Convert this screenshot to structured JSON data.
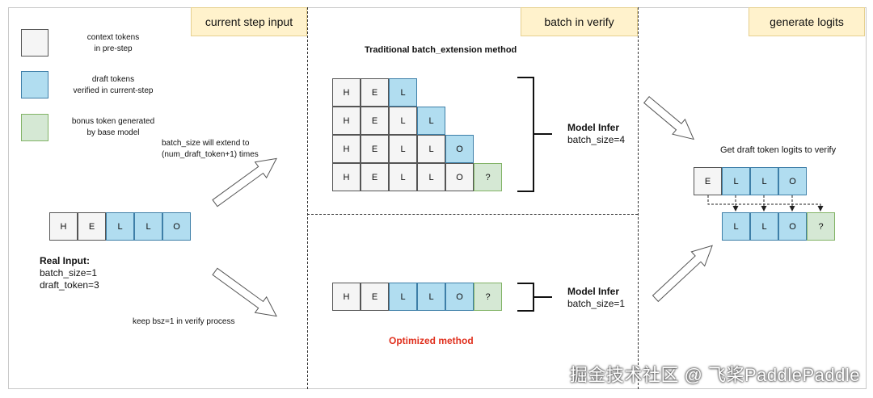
{
  "sections": {
    "input_title": "current step input",
    "verify_title": "batch in verify",
    "logits_title": "generate logits"
  },
  "legend": {
    "context": [
      "context tokens",
      "in pre-step"
    ],
    "draft": [
      "draft tokens",
      "verified in current-step"
    ],
    "bonus": [
      "bonus token generated",
      "by base model"
    ]
  },
  "input": {
    "tokens": [
      "H",
      "E",
      "L",
      "L",
      "O"
    ],
    "real_input_label": "Real Input:",
    "batch_size": "batch_size=1",
    "draft_token": "draft_token=3",
    "extend_note": [
      "batch_size will extend to",
      "(num_draft_token+1) times"
    ],
    "keep_note": "keep bsz=1 in verify process"
  },
  "traditional": {
    "title": "Traditional batch_extension method",
    "rows": [
      [
        "H",
        "E",
        "L"
      ],
      [
        "H",
        "E",
        "L",
        "L"
      ],
      [
        "H",
        "E",
        "L",
        "L",
        "O"
      ],
      [
        "H",
        "E",
        "L",
        "L",
        "O",
        "?"
      ]
    ],
    "infer_label": "Model Infer",
    "infer_batch": "batch_size=4"
  },
  "optimized": {
    "tokens": [
      "H",
      "E",
      "L",
      "L",
      "O",
      "?"
    ],
    "infer_label": "Model Infer",
    "infer_batch": "batch_size=1",
    "method_label": "Optimized method"
  },
  "logits": {
    "caption": "Get draft token logits to verify",
    "top_tokens": [
      "E",
      "L",
      "L",
      "O"
    ],
    "bottom_tokens": [
      "L",
      "L",
      "O",
      "?"
    ]
  },
  "watermark": "掘金技术社区 @ 飞桨PaddlePaddle",
  "colors": {
    "context": "#f5f5f5",
    "draft": "#b1ddf0",
    "bonus": "#d5e8d4",
    "title_bg": "#fff2cc",
    "highlight": "#e0301e"
  }
}
